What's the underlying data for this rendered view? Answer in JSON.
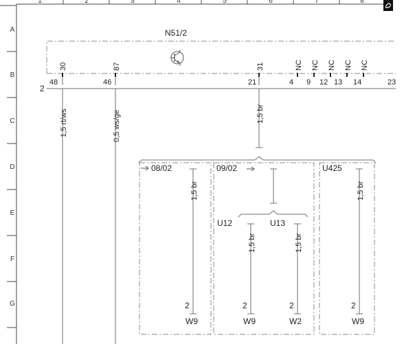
{
  "grid": {
    "columns": [
      "1",
      "2",
      "3",
      "4",
      "5",
      "6",
      "7",
      "8"
    ],
    "rows": [
      "A",
      "B",
      "C",
      "D",
      "E",
      "F",
      "G"
    ]
  },
  "component": {
    "name": "N51/2"
  },
  "connector": {
    "number": "2",
    "top_pins": [
      "30",
      "87",
      "31",
      "NC",
      "NC",
      "NC",
      "NC",
      "NC"
    ],
    "bottom_pins": [
      "48",
      "46",
      "21",
      "4",
      "9",
      "12",
      "13",
      "14",
      "23"
    ]
  },
  "wires": [
    {
      "label": "1,5 rt/ws"
    },
    {
      "label": "0,5 ws/ge"
    },
    {
      "label": "1,5 br"
    }
  ],
  "splices": {
    "box1": {
      "name": "08/02",
      "wire": "1,5 br",
      "pin": "2",
      "target": "W9"
    },
    "box2": {
      "name": "09/02",
      "branches": [
        {
          "name": "U12",
          "wire": "1,5 br",
          "pin": "2",
          "target": "W9"
        },
        {
          "name": "U13",
          "wire": "1,5 br",
          "pin": "2",
          "target": "W2"
        }
      ]
    },
    "box3": {
      "name": "U425",
      "wire": "1,5 br",
      "pin": "2",
      "target": "W9"
    }
  },
  "icons": [
    "transistor-symbol-icon",
    "pdf-clip-icon"
  ]
}
